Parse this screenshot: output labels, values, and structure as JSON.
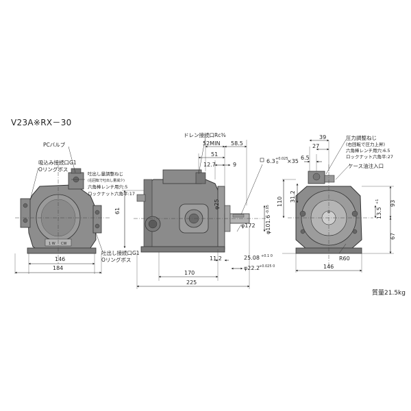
{
  "title": "V23A※RX－30",
  "weight": "質量21.5kg",
  "front_view": {
    "pc_valve": "PCバルブ",
    "suction_port": "吸込み接続口G1",
    "suction_oring": "Oリングボス",
    "flow_adjust_line1": "吐出し量調整ねじ",
    "flow_adjust_line2": "(右回転で吐出し量減少)",
    "flow_adjust_line3": "六角棒レンチ用穴:5",
    "flow_adjust_line4": "ロックナット六角平:17",
    "discharge_port": "吐出し接続口G1",
    "discharge_oring": "Oリングボス",
    "dim_61": "61",
    "dim_146": "146",
    "dim_184": "184",
    "plate_left": "1 W",
    "plate_right": "CW"
  },
  "side_view": {
    "drain_port": "ドレン接続口Rc⅜",
    "dim_52min": "52MIN",
    "dim_58_5": "58.5",
    "dim_51": "51",
    "dim_12_7": "12.7",
    "dim_9": "9",
    "dim_key": "6.3",
    "dim_key_tol_a": "+0.025",
    "dim_key_tol_b": "0",
    "dim_key_len": "×35",
    "dim_phi25": "φ25",
    "dim_phi101_6": "φ101.6",
    "dim_phi101_6_tol": "-0.05",
    "dim_phi172": "φ172",
    "dim_11_2": "11.2",
    "dim_25_08": "25.08",
    "dim_25_08_tol": "+0.1 0",
    "dim_phi22_2": "φ22.2",
    "dim_phi22_2_tol": "+0.025 0",
    "dim_170": "170",
    "dim_225": "225"
  },
  "rear_view": {
    "pressure_adjust_line1": "圧力調整ねじ",
    "pressure_adjust_line2": "(右回転で圧力上昇)",
    "pressure_adjust_line3": "六角棒レンチ用穴:6.5",
    "pressure_adjust_line4": "ロックナット六角平:27",
    "case_oil_port": "ケース油注入口",
    "dim_39": "39",
    "dim_27": "27",
    "dim_6_5": "6.5",
    "dim_110": "110",
    "dim_31_2": "31.2",
    "dim_13_5": "13.5",
    "dim_13_5_tol": "+1",
    "dim_93": "93",
    "dim_67": "67",
    "dim_r60": "R60",
    "dim_146": "146"
  }
}
